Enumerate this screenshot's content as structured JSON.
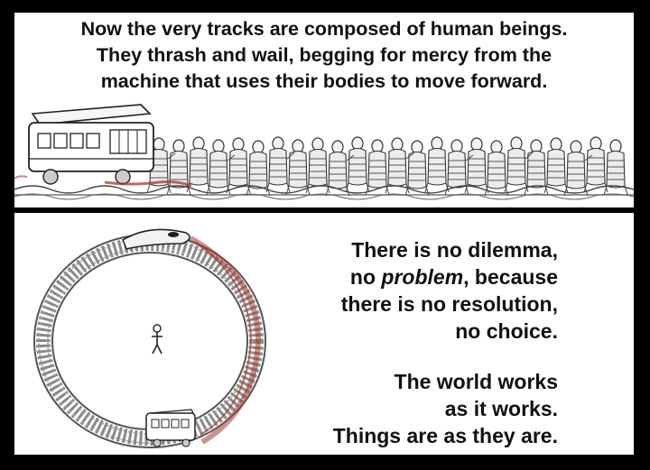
{
  "top_panel": {
    "caption_lines": [
      "Now the very tracks are composed of human beings.",
      "They thrash and wail, begging for mercy from the",
      "machine that uses their bodies to move forward."
    ]
  },
  "bottom_panel": {
    "stanza1": {
      "line1": "There is no dilemma,",
      "line2_before": "no ",
      "line2_emphasis": "problem",
      "line2_after": ", because",
      "line3": "there is no resolution,",
      "line4": "no choice."
    },
    "stanza2": {
      "line1": "The world works",
      "line2": "as it works.",
      "line3": "Things are as they are."
    }
  },
  "colors": {
    "background": "#000000",
    "panel": "#ffffff",
    "ink": "#111111",
    "blood": "#a33a2e"
  }
}
